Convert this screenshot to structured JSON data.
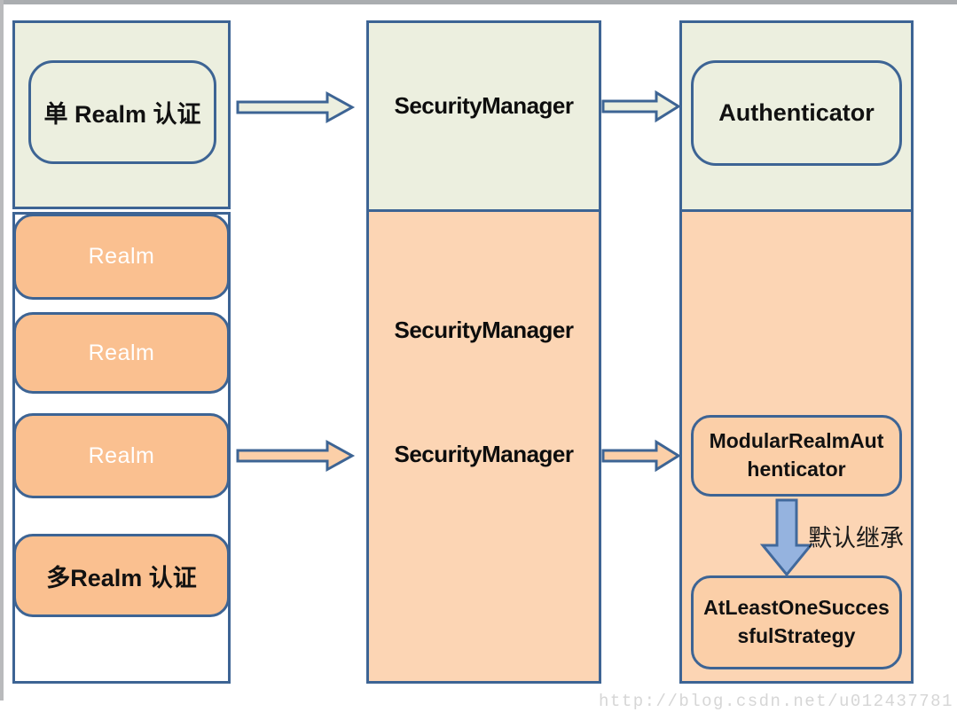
{
  "colors": {
    "panel_green": "#ECEFDF",
    "realm_orange": "#FAC090",
    "body_peach": "#FCD5B4",
    "outline_blue": "#3D6494",
    "arrow_orange_fill": "#FBCFA8",
    "down_arrow_fill": "#95B3DF",
    "down_arrow_stroke": "#41699C",
    "watermark_gray": "#D6D6D6"
  },
  "left_column": {
    "single_realm": "单 Realm 认证",
    "realms": [
      {
        "label": "Realm"
      },
      {
        "label": "Realm"
      },
      {
        "label": "Realm"
      }
    ],
    "multi_realm": "多Realm 认证"
  },
  "middle_column": {
    "header": "SecurityManager",
    "labels": [
      "SecurityManager",
      "SecurityManager"
    ]
  },
  "right_column": {
    "header": "Authenticator",
    "modular": "ModularRealmAut\nhenticator",
    "strategy": "AtLeastOneSucces\nsfulStrategy",
    "inherit_note": "默认继承"
  },
  "watermark": "http://blog.csdn.net/u012437781"
}
